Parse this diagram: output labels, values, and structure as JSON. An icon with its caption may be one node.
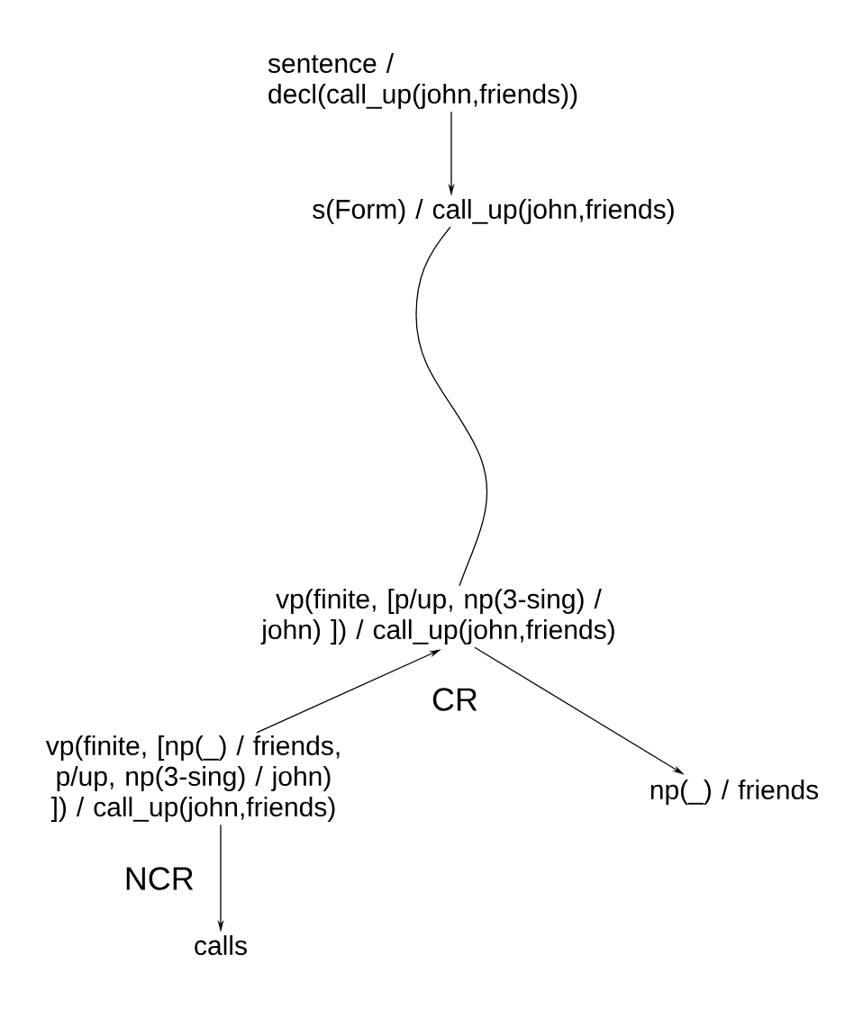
{
  "diagram": {
    "nodes": [
      {
        "text": [
          "sentence / decl(call_up(john,friends))"
        ]
      },
      {
        "text": [
          "s(Form) / call_up(john,friends)"
        ]
      },
      {
        "text": [
          "vp(finite, [p/up, np(3-sing) / john) ]) / call_up(john,friends)"
        ]
      },
      {
        "text": [
          "vp(finite, [np(_) / friends, p/up, np(3-sing) / john) ]) / call_up(john,friends)"
        ]
      },
      {
        "text": [
          "np(_) / friends"
        ]
      },
      {
        "text": [
          "calls"
        ]
      }
    ],
    "edges": [
      {
        "from": 0,
        "to": 1,
        "arrow": "to"
      },
      {
        "from": 1,
        "to": 2,
        "arrow": "none"
      },
      {
        "from": 3,
        "to": 2,
        "arrow": "to"
      },
      {
        "from": 2,
        "to": 4,
        "arrow": "to"
      },
      {
        "from": 3,
        "to": 5,
        "arrow": "to",
        "label": "NCR"
      }
    ],
    "labels": [
      "CR"
    ]
  }
}
